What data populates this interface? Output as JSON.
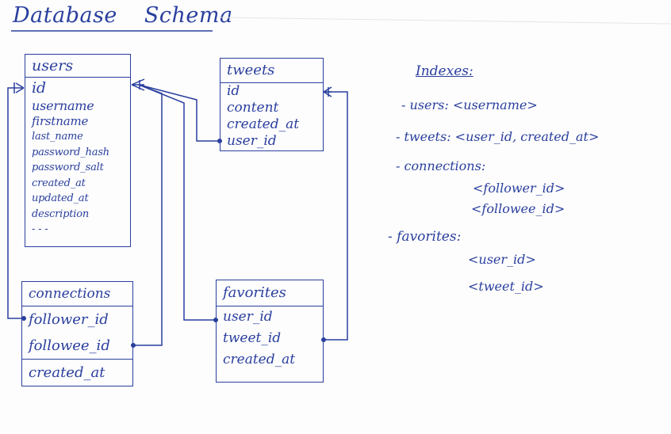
{
  "title": {
    "word1": "Database",
    "word2": "Schema"
  },
  "tables": {
    "users": {
      "name": "users",
      "columns": [
        "id",
        "username",
        "firstname",
        "last_name",
        "password_hash",
        "password_salt",
        "created_at",
        "updated_at",
        "description",
        "- - -"
      ]
    },
    "tweets": {
      "name": "tweets",
      "columns": [
        "id",
        "content",
        "created_at",
        "user_id"
      ]
    },
    "connections": {
      "name": "connections",
      "columns": [
        "follower_id",
        "followee_id",
        "created_at"
      ]
    },
    "favorites": {
      "name": "favorites",
      "columns": [
        "user_id",
        "tweet_id",
        "created_at"
      ]
    }
  },
  "indexes": {
    "title": "Indexes:",
    "users": "- users: <username>",
    "tweets": "- tweets: <user_id, created_at>",
    "connections_label": "- connections:",
    "connections_1": "<follower_id>",
    "connections_2": "<followee_id>",
    "favorites_label": "- favorites:",
    "favorites_1": "<user_id>",
    "favorites_2": "<tweet_id>"
  },
  "ink_color": "#2a3f9e"
}
